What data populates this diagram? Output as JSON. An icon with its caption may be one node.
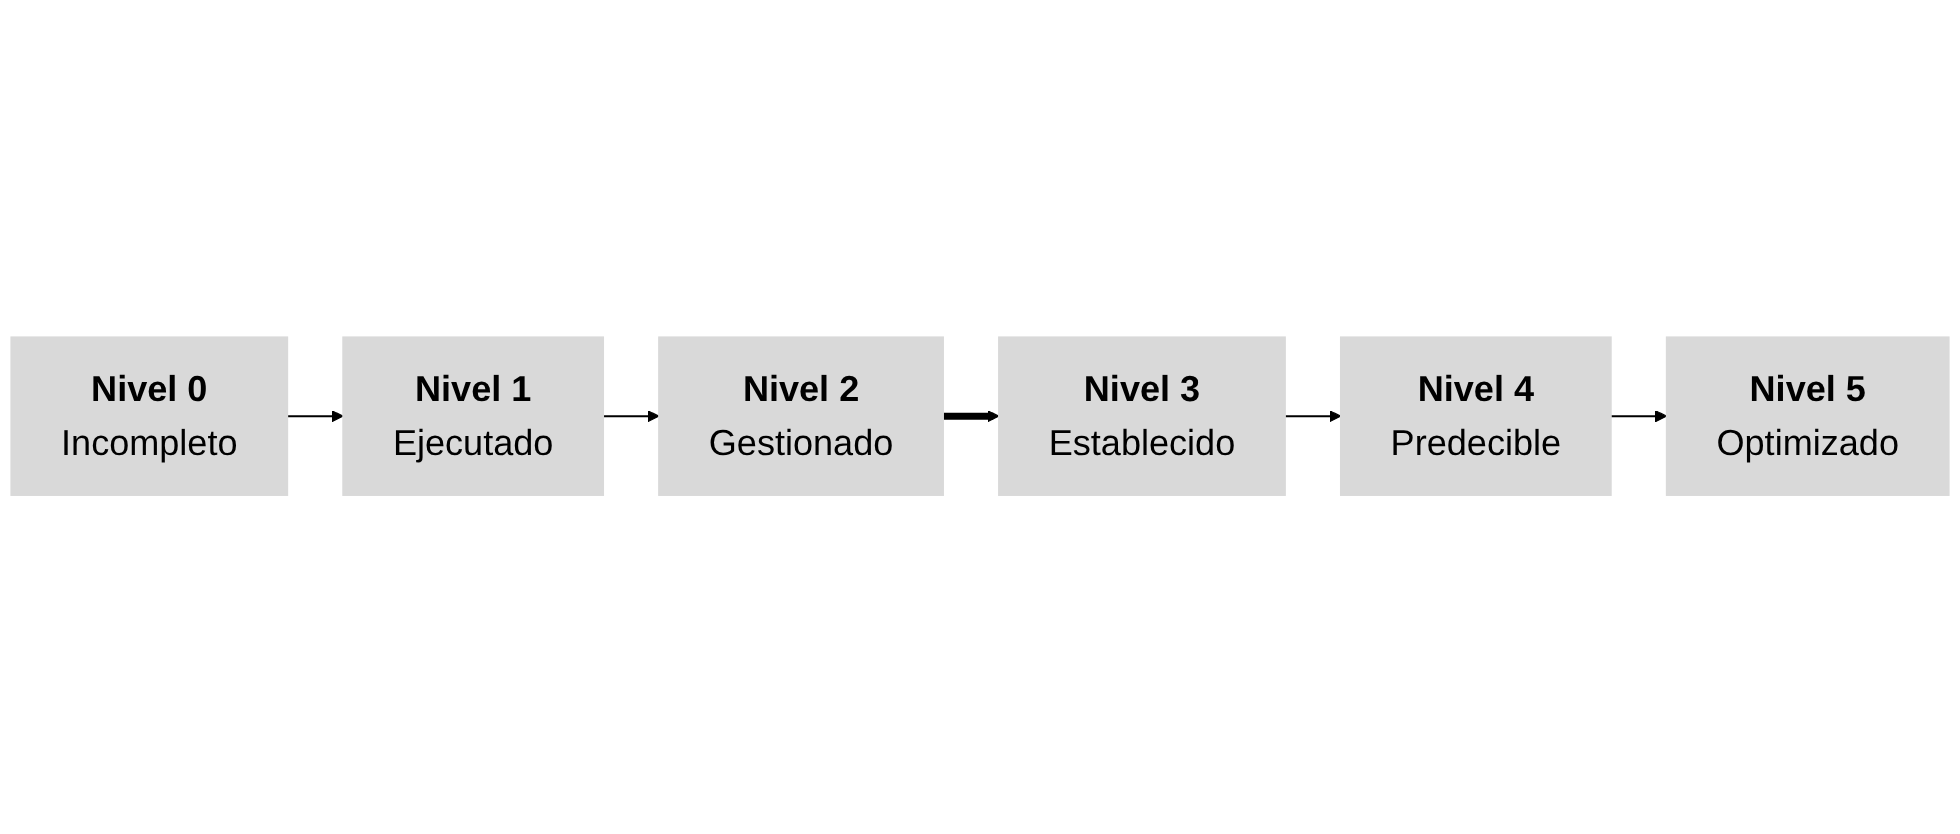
{
  "diagram": {
    "nodes": [
      {
        "text": [
          "Nivel 0",
          "Incompleto"
        ]
      },
      {
        "text": [
          "Nivel 1",
          "Ejecutado"
        ]
      },
      {
        "text": [
          "Nivel 2",
          "Gestionado"
        ]
      },
      {
        "text": [
          "Nivel 3",
          "Establecido"
        ]
      },
      {
        "text": [
          "Nivel 4",
          "Predecible"
        ]
      },
      {
        "text": [
          "Nivel 5",
          "Optimizado"
        ]
      }
    ],
    "edges": [
      {
        "from": 0,
        "to": 1,
        "arrow": "to"
      },
      {
        "from": 1,
        "to": 2,
        "arrow": "to"
      },
      {
        "from": 2,
        "to": 3,
        "arrow": "to",
        "style": "thick"
      },
      {
        "from": 3,
        "to": 4,
        "arrow": "to"
      },
      {
        "from": 4,
        "to": 5,
        "arrow": "to"
      }
    ]
  }
}
